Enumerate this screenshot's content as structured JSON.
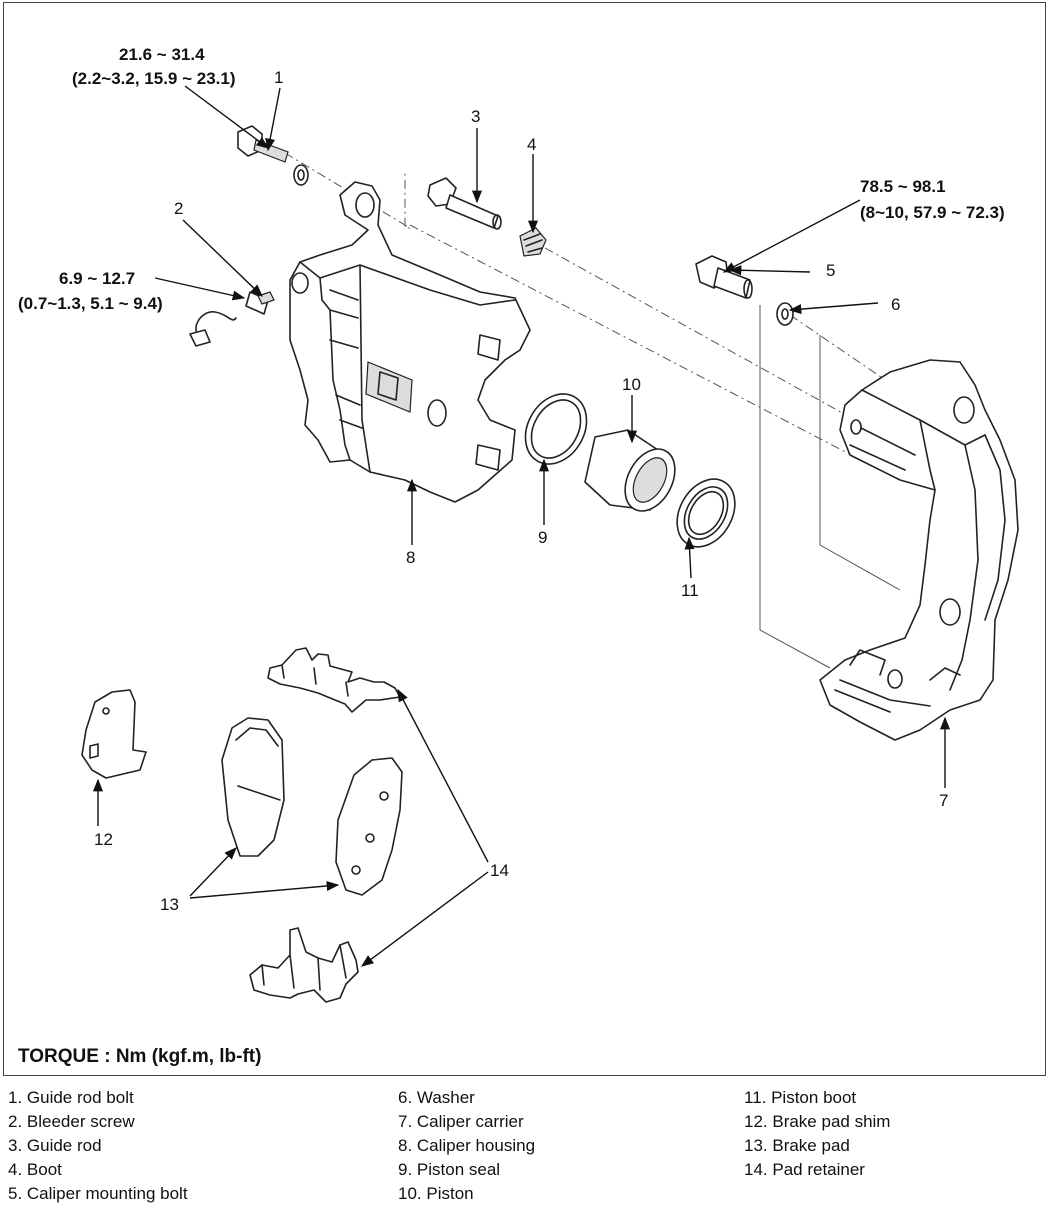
{
  "torque_title": "TORQUE : Nm (kgf.m, lb-ft)",
  "callouts": {
    "n1": "1",
    "n2": "2",
    "n3": "3",
    "n4": "4",
    "n5": "5",
    "n6": "6",
    "n7": "7",
    "n8": "8",
    "n9": "9",
    "n10": "10",
    "n11": "11",
    "n12": "12",
    "n13": "13",
    "n14": "14"
  },
  "torques": {
    "guide_rod_bolt": {
      "line1": "21.6 ~ 31.4",
      "line2": "(2.2~3.2, 15.9 ~ 23.1)"
    },
    "bleeder_screw": {
      "line1": "6.9 ~ 12.7",
      "line2": "(0.7~1.3, 5.1 ~ 9.4)"
    },
    "caliper_mounting_bolt": {
      "line1": "78.5 ~ 98.1",
      "line2": "(8~10, 57.9 ~ 72.3)"
    }
  },
  "legend": {
    "col1": [
      "1. Guide rod bolt",
      "2. Bleeder screw",
      "3. Guide rod",
      "4. Boot",
      "5. Caliper mounting bolt"
    ],
    "col2": [
      "6. Washer",
      "7. Caliper carrier",
      "8. Caliper housing",
      "9. Piston seal",
      "10. Piston"
    ],
    "col3": [
      "11. Piston boot",
      "12. Brake pad shim",
      "13. Brake pad",
      "14. Pad retainer"
    ]
  }
}
